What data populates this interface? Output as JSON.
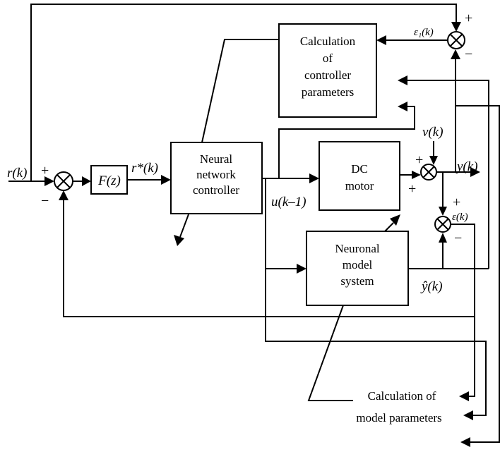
{
  "blocks": {
    "calc_controller": [
      "Calculation",
      "of",
      "controller",
      "parameters"
    ],
    "prefilter": "F(z)",
    "nn_controller": [
      "Neural",
      "network",
      "controller"
    ],
    "dc_motor": [
      "DC",
      "motor"
    ],
    "neuronal_model": [
      "Neuronal",
      "model",
      "system"
    ],
    "calc_model": [
      "Calculation of",
      "model parameters"
    ]
  },
  "signals": {
    "reference": "r(k)",
    "filtered_reference": "r*(k)",
    "control": "u(k–1)",
    "disturbance": "v(k)",
    "output": "y(k)",
    "model_output": "ŷ(k)",
    "controller_error": "ε₁(k)",
    "model_error": "ε(k)"
  },
  "signs": {
    "s1_in": "+",
    "s1_fb": "−",
    "s_top_in": "+",
    "s_top_fb": "−",
    "s_out_top": "+",
    "s_out_left": "+",
    "s_err_top": "+",
    "s_err_bot": "−"
  }
}
